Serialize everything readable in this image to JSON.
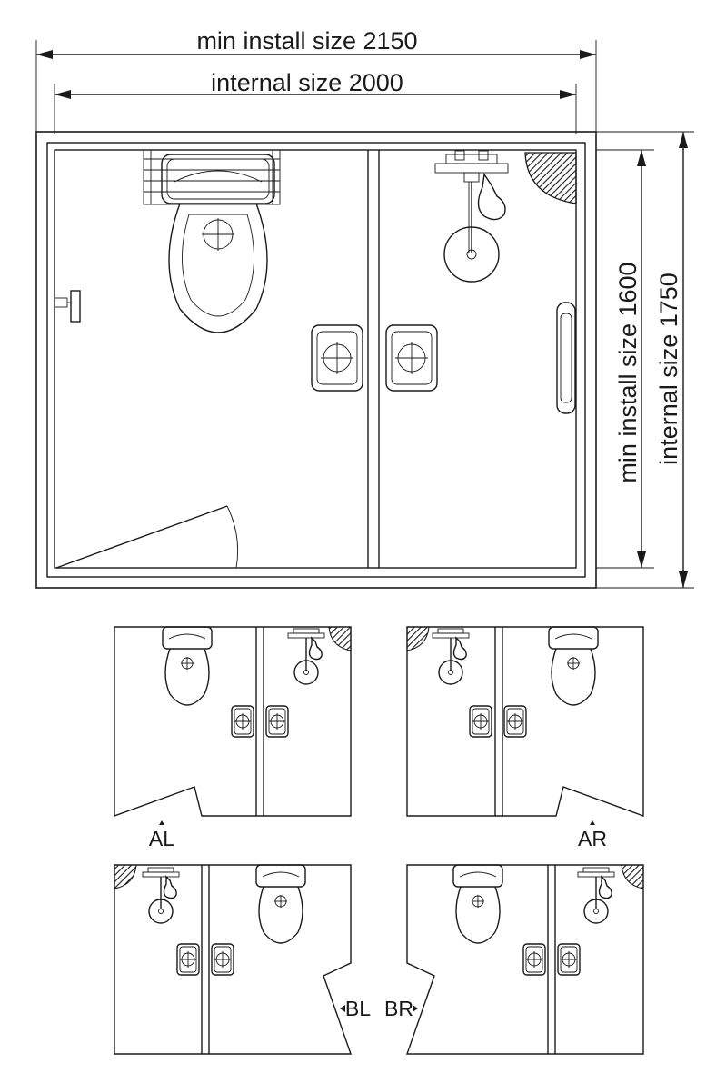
{
  "dimensions": {
    "width_outer": "min install size 2150",
    "width_inner": "internal size 2000",
    "depth_outer": "internal size 1750",
    "depth_inner": "min install size 1600"
  },
  "variants": [
    {
      "code": "AL"
    },
    {
      "code": "AR"
    },
    {
      "code": "BL"
    },
    {
      "code": "BR"
    }
  ],
  "colors": {
    "line": "#1a1a1a",
    "background": "#ffffff"
  }
}
